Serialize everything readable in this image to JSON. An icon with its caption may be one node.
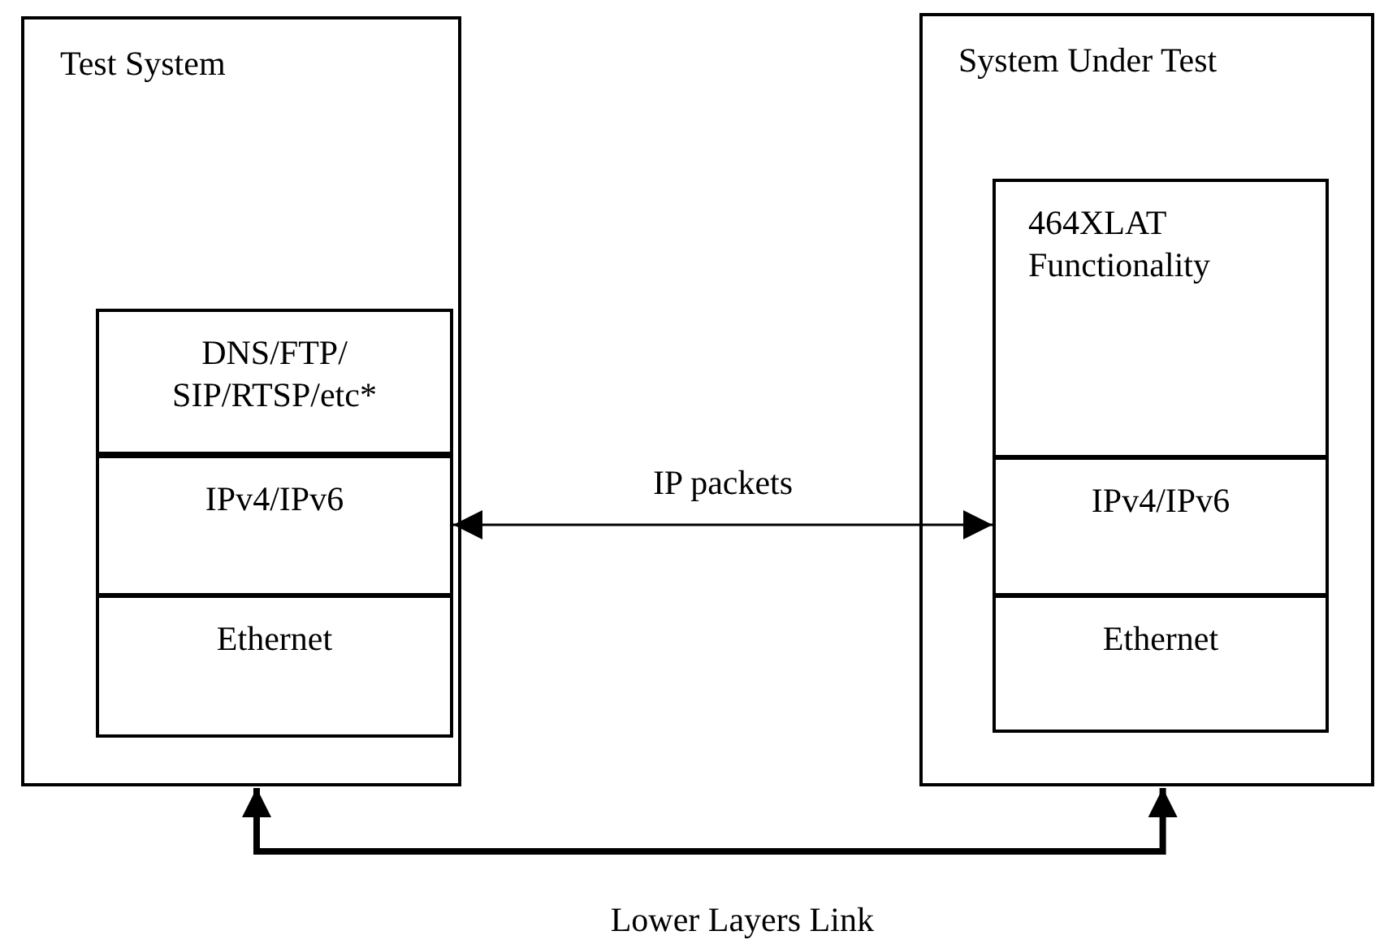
{
  "diagram": {
    "nodes": [
      {
        "text": [
          "Test System"
        ]
      },
      {
        "text": [
          "DNS/FTP/ SIP/RTSP/etc*"
        ],
        "in": 0
      },
      {
        "text": [
          "IPv4/IPv6"
        ],
        "in": 0
      },
      {
        "text": [
          "Ethernet"
        ],
        "in": 0
      },
      {
        "text": [
          "System Under Test"
        ]
      },
      {
        "text": [
          "464XLAT Functionality"
        ],
        "in": 4
      },
      {
        "text": [
          "IPv4/IPv6"
        ],
        "in": 4
      },
      {
        "text": [
          "Ethernet"
        ],
        "in": 4
      }
    ],
    "edges": [
      {
        "from": 2,
        "to": 6,
        "arrow": "both",
        "label": "IP packets"
      },
      {
        "from": 0,
        "to": 4,
        "arrow": "both",
        "label": "Lower Layers Link",
        "style": "thick"
      }
    ]
  }
}
